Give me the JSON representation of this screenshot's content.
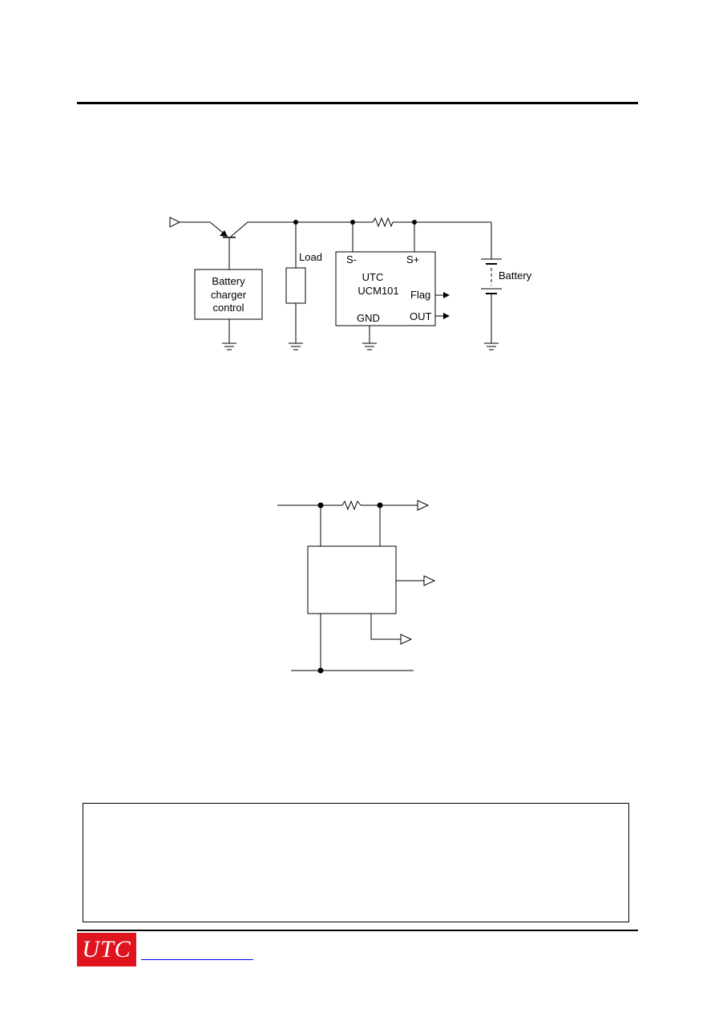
{
  "circuit1": {
    "block_label_lines": [
      "Battery",
      "charger",
      "control"
    ],
    "load_label": "Load",
    "ic_pin_s_minus": "S-",
    "ic_pin_s_plus": "S+",
    "ic_name_line1": "UTC",
    "ic_name_line2": "UCM101",
    "ic_pin_flag": "Flag",
    "ic_pin_out": "OUT",
    "ic_pin_gnd": "GND",
    "battery_label": "Battery"
  },
  "footer": {
    "logo_text": "UTC",
    "link_text": ""
  }
}
